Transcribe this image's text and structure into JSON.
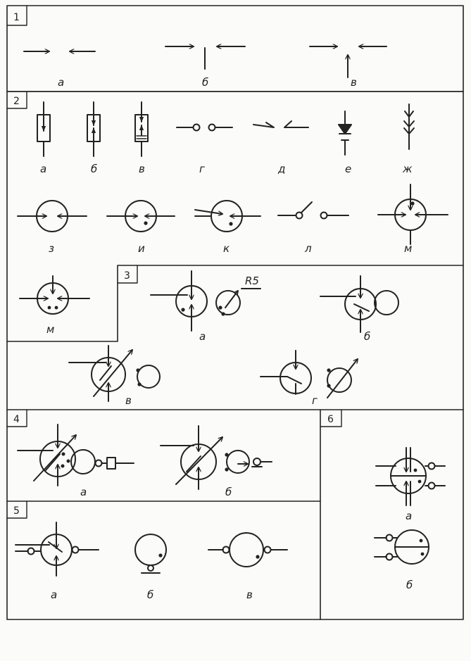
{
  "sections": [
    {
      "number": "1",
      "labels": [
        "а",
        "б",
        "в"
      ]
    },
    {
      "number": "2",
      "labels": [
        "а",
        "б",
        "в",
        "г",
        "д",
        "е",
        "ж",
        "з",
        "и",
        "к",
        "л",
        "м",
        "м"
      ]
    },
    {
      "number": "3",
      "labels": [
        "а",
        "б",
        "в",
        "г"
      ],
      "annotation": "R5"
    },
    {
      "number": "4",
      "labels": [
        "а",
        "б"
      ]
    },
    {
      "number": "5",
      "labels": [
        "а",
        "б",
        "в"
      ]
    },
    {
      "number": "6",
      "labels": [
        "а",
        "б"
      ]
    }
  ]
}
